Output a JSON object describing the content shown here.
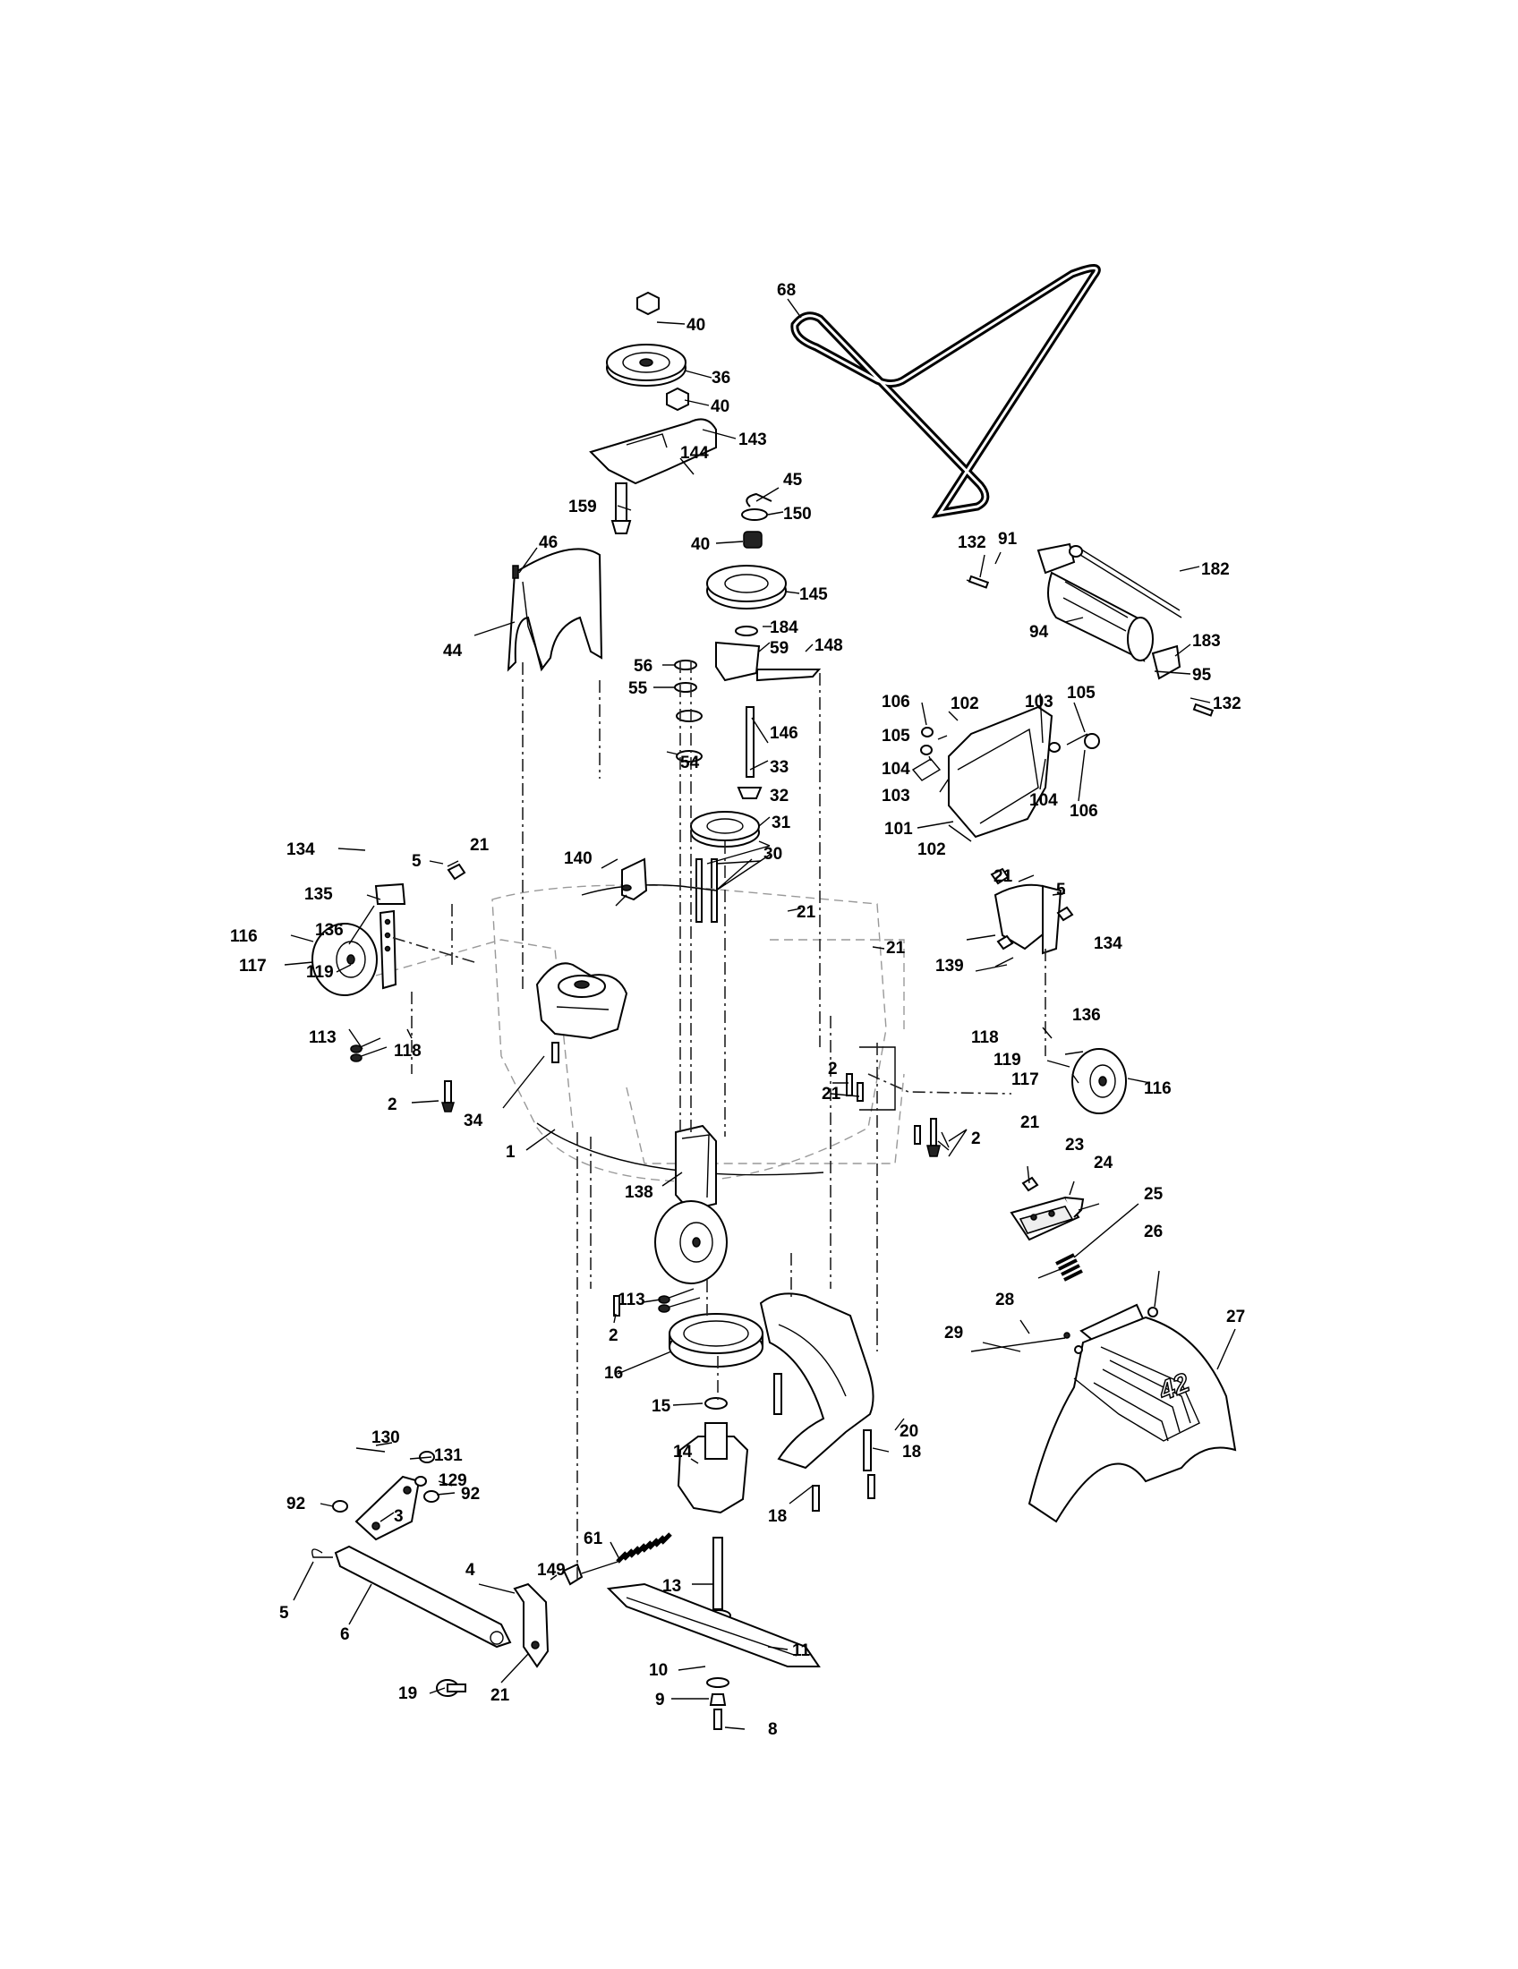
{
  "callouts": [
    "40",
    "36",
    "40",
    "143",
    "144",
    "159",
    "45",
    "150",
    "40",
    "68",
    "145",
    "184",
    "59",
    "148",
    "46",
    "44",
    "56",
    "55",
    "146",
    "54",
    "33",
    "32",
    "31",
    "30",
    "132",
    "91",
    "182",
    "94",
    "183",
    "95",
    "132",
    "106",
    "102",
    "103",
    "105",
    "105",
    "104",
    "103",
    "104",
    "106",
    "101",
    "102",
    "134",
    "5",
    "21",
    "135",
    "140",
    "21",
    "21",
    "5",
    "134",
    "139",
    "21",
    "136",
    "116",
    "117",
    "119",
    "113",
    "118",
    "2",
    "34",
    "1",
    "136",
    "118",
    "119",
    "117",
    "116",
    "2",
    "21",
    "2",
    "138",
    "21",
    "23",
    "24",
    "25",
    "26",
    "113",
    "2",
    "28",
    "29",
    "27",
    "16",
    "15",
    "20",
    "14",
    "18",
    "18",
    "130",
    "131",
    "129",
    "92",
    "92",
    "3",
    "61",
    "4",
    "149",
    "13",
    "5",
    "6",
    "11",
    "19",
    "21",
    "10",
    "9",
    "8"
  ]
}
